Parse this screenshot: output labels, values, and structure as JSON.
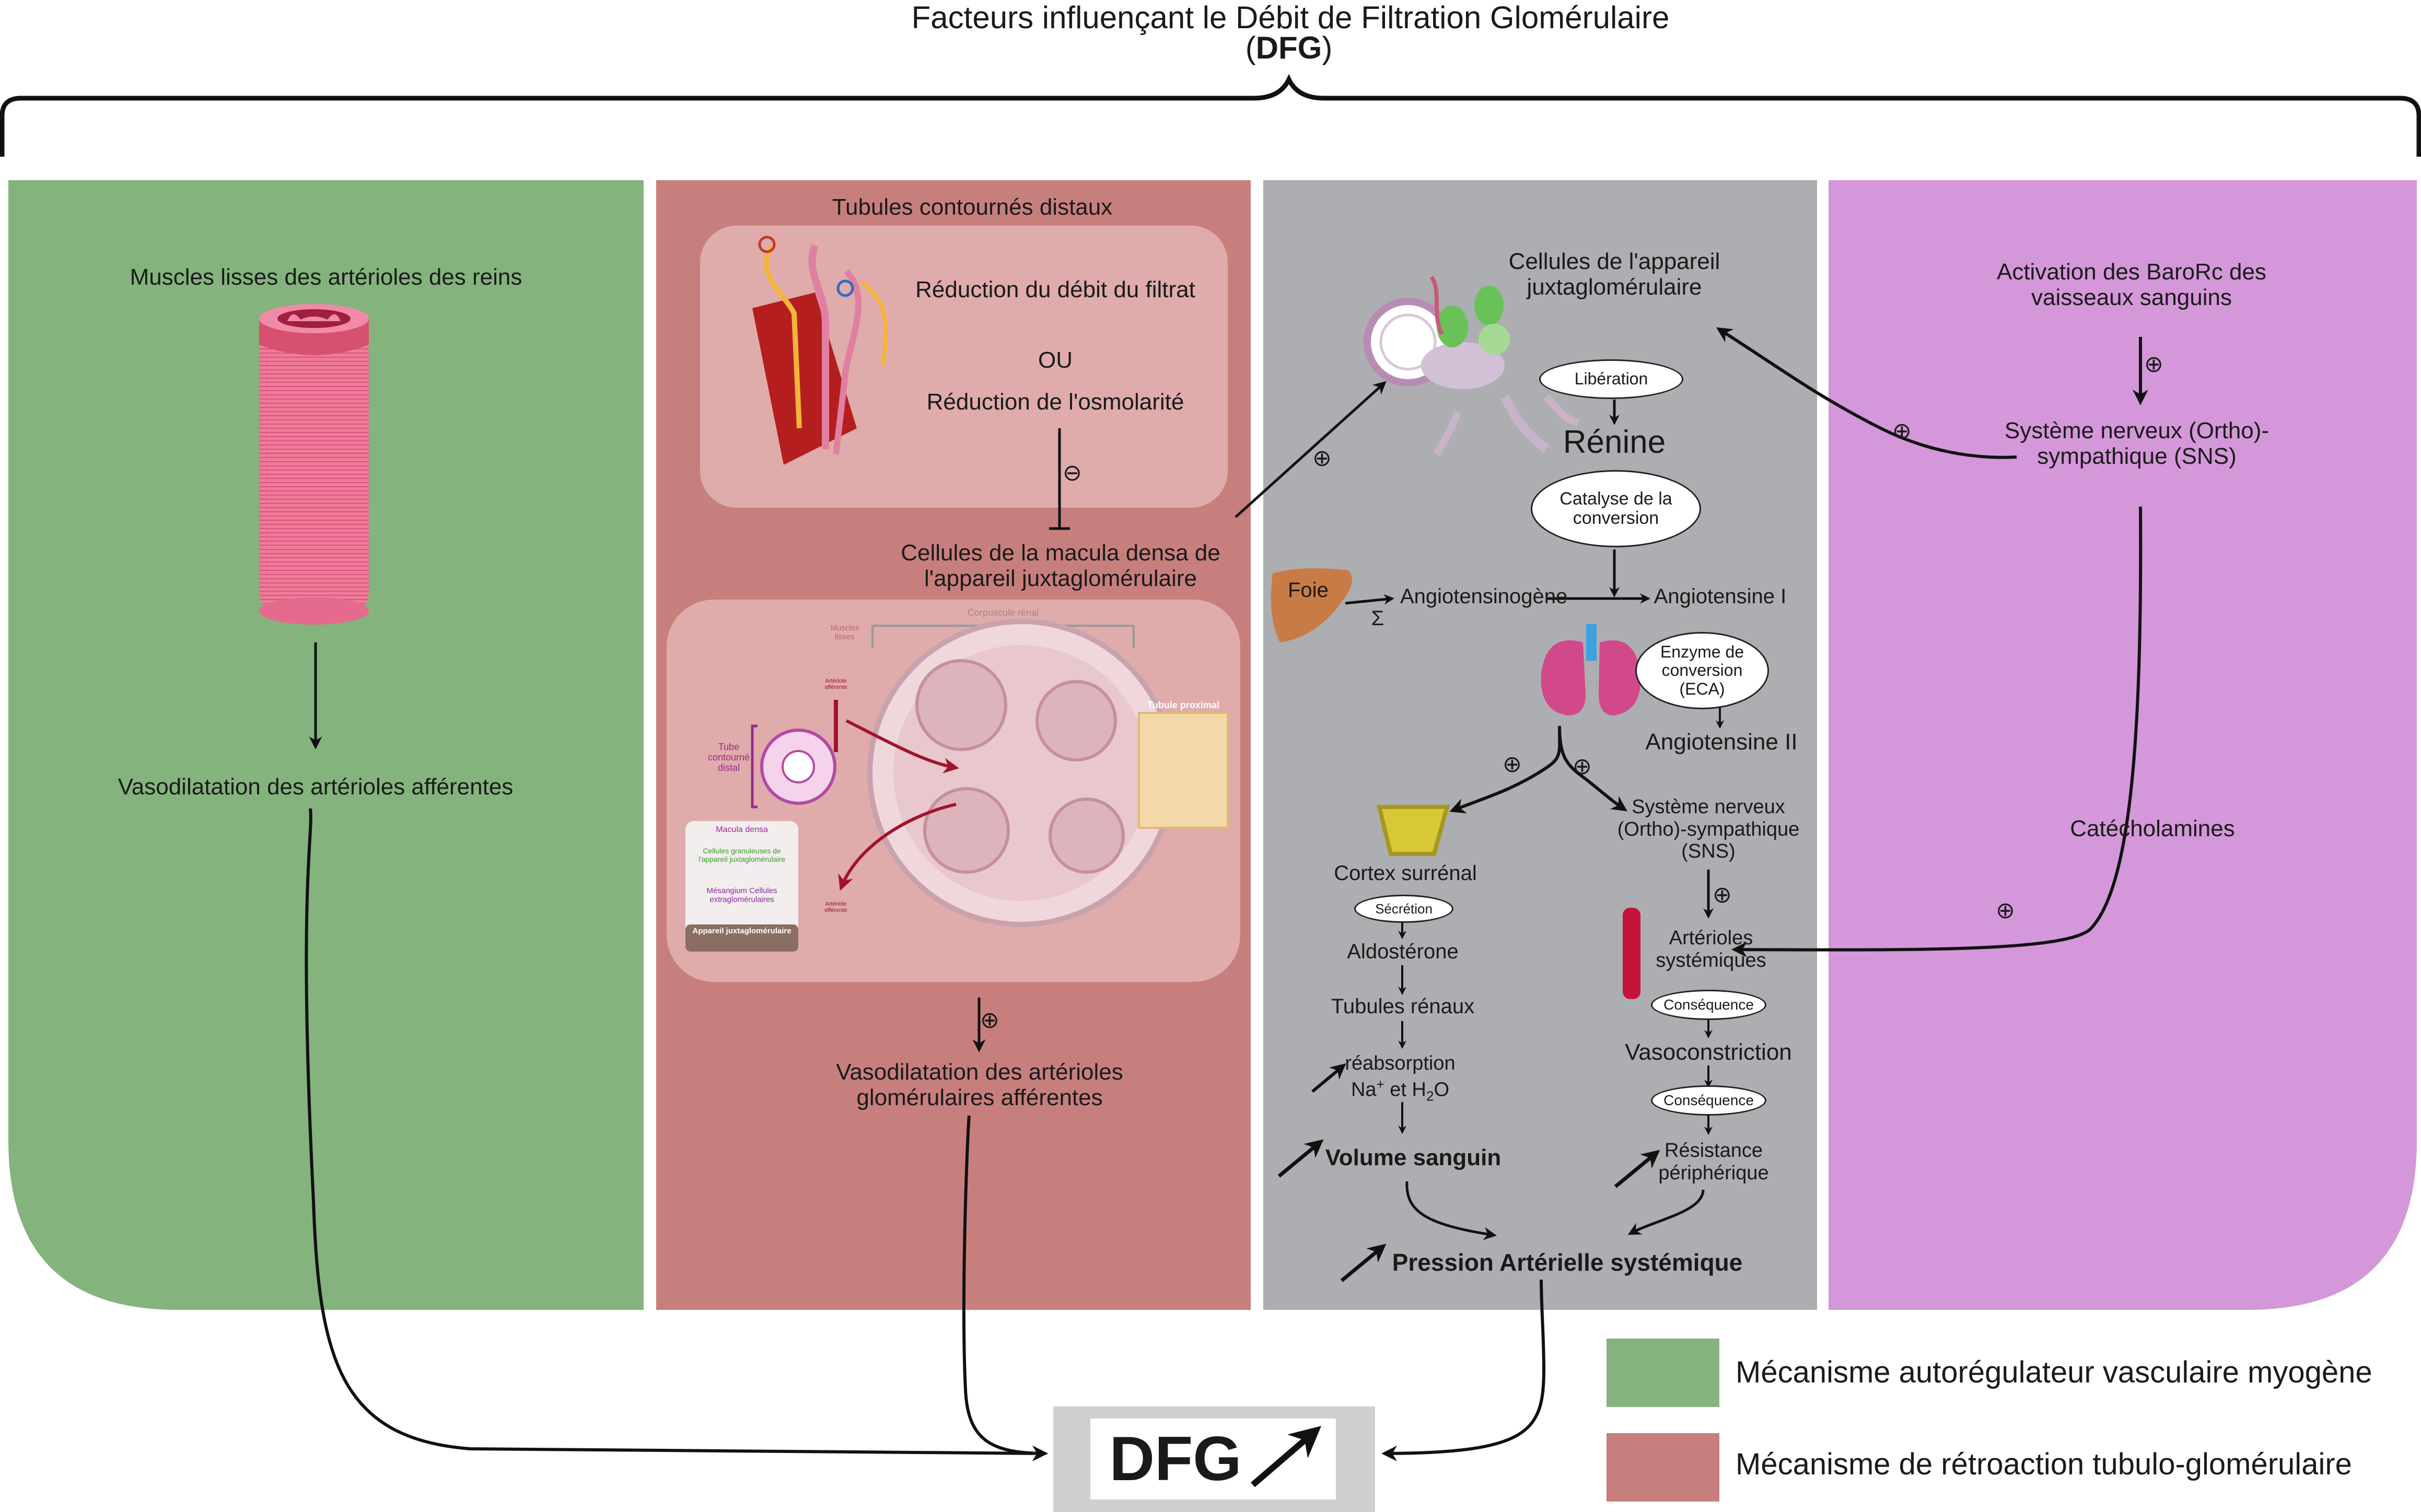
{
  "header": {
    "title": "Facteurs influençant le Débit de Filtration Glomérulaire",
    "abbr_open": "(",
    "abbr": "DFG",
    "abbr_close": ")"
  },
  "panel_green": {
    "title": "Muscles lisses des artérioles des reins",
    "result": "Vasodilatation des artérioles afférentes",
    "color": "#84b37d"
  },
  "panel_red": {
    "title": "Tubules contournés distaux",
    "cond1": "Réduction du débit du filtrat",
    "or": "OU",
    "cond2": "Réduction de l'osmolarité",
    "sign_minus": "⊖",
    "macula": "Cellules de la macula densa de l'appareil juxtaglomérulaire",
    "sign_plus": "⊕",
    "result": "Vasodilatation des artérioles glomérulaires afférentes",
    "color": "#c77f7d",
    "inset": {
      "corpuscle": "Corpuscule rénal",
      "tube_proximal": "Tubule proximal",
      "muscles_lisses": "Muscles lisses",
      "arteriole_afferente": "Artériole afférente",
      "arteriole_efferente": "Artériole efférente",
      "tube_distal": "Tube contourné distal",
      "macula_densa": "Macula densa",
      "cellules_granuleuses": "Cellules granuleuses de l'appareil juxtaglomérulaire",
      "mesangium": "Mésangium Cellules extraglomérulaires",
      "appareil": "Appareil juxtaglomérulaire"
    }
  },
  "panel_gray": {
    "cells": "Cellules de l'appareil juxtaglomérulaire",
    "liberation": "Libération",
    "renine": "Rénine",
    "catalyse": "Catalyse de la conversion",
    "foie": "Foie",
    "sigma": "Σ",
    "angiotensinogene": "Angiotensinogène",
    "angiotensine1": "Angiotensine I",
    "eca": "Enzyme de conversion (ECA)",
    "angiotensine2": "Angiotensine II",
    "cortex": "Cortex surrénal",
    "secretion": "Sécrétion",
    "aldosterone": "Aldostérone",
    "tubules": "Tubules rénaux",
    "reabsorption": "réabsorption",
    "na": "Na",
    "na_sup": "+",
    "et": " et ",
    "h": "H",
    "h_sub": "2",
    "o": "O",
    "volume": "Volume sanguin",
    "sns": "Système nerveux (Ortho)-sympathique (SNS)",
    "arterioles": "Artérioles systémiques",
    "consequence1": "Conséquence",
    "vasoconstriction": "Vasoconstriction",
    "consequence2": "Conséquence",
    "resistance": "Résistance périphérique",
    "pression": "Pression Artérielle systémique",
    "color": "#adaeb1"
  },
  "panel_purple": {
    "activation": "Activation des BaroRc des vaisseaux sanguins",
    "sns": "Système nerveux (Ortho)-sympathique (SNS)",
    "catecholamines": "Catécholamines",
    "color": "#d497d9"
  },
  "result": {
    "label": "DFG",
    "arrow": "↗"
  },
  "legend": [
    {
      "label": "Mécanisme autorégulateur vasculaire myogène",
      "color": "#84b37d"
    },
    {
      "label": "Mécanisme de rétroaction tubulo-glomérulaire",
      "color": "#c77f7d"
    }
  ]
}
